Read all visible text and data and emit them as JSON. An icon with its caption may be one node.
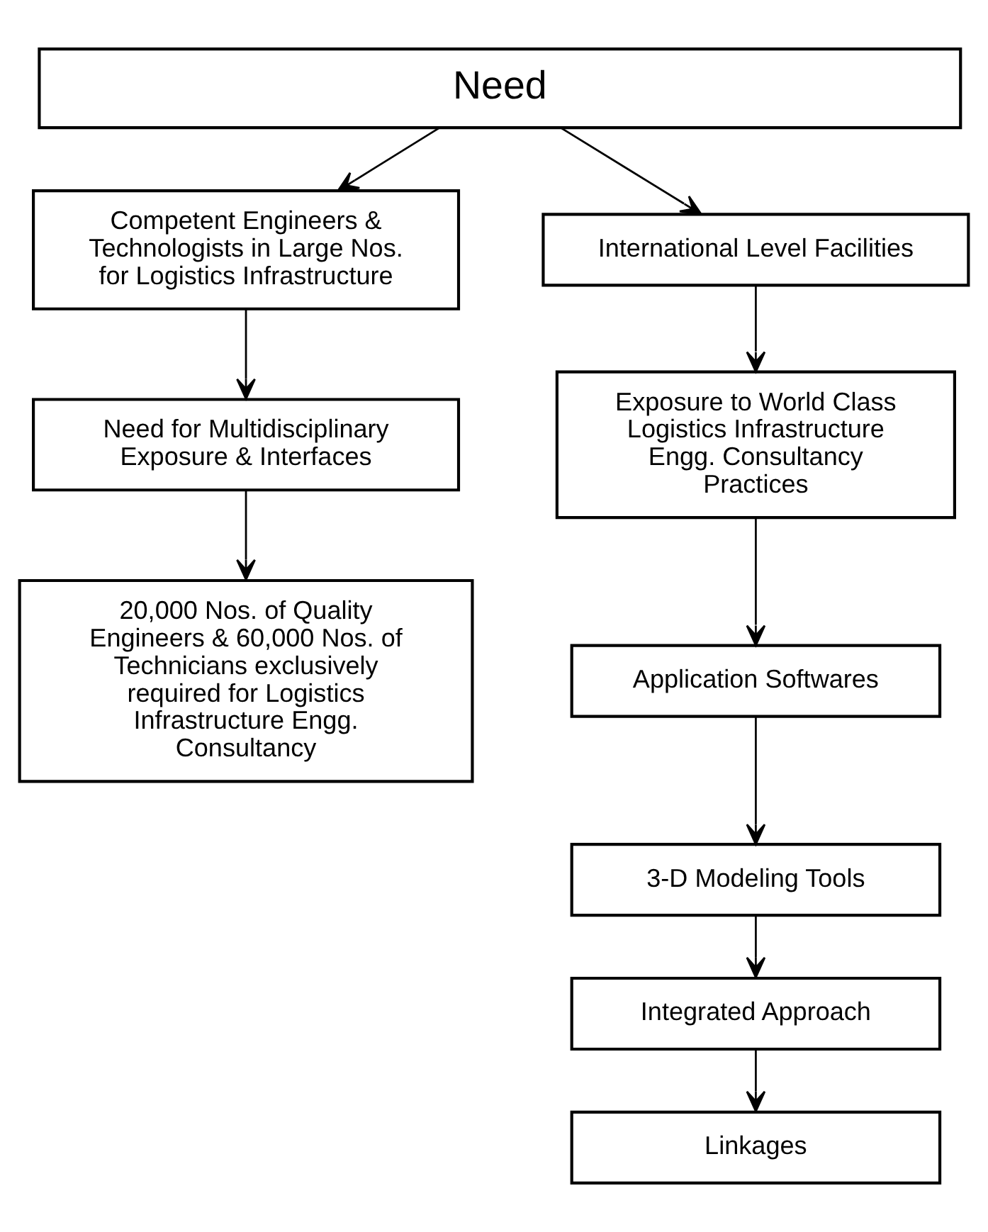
{
  "diagram": {
    "nodes": [
      {
        "text": [
          "Need"
        ]
      },
      {
        "text": [
          "Competent Engineers & Technologists in Large Nos. for Logistics Infrastructure"
        ]
      },
      {
        "text": [
          "International Level Facilities"
        ]
      },
      {
        "text": [
          "Need for Multidisciplinary Exposure & Interfaces"
        ]
      },
      {
        "text": [
          "Exposure to World Class Logistics Infrastructure Engg. Consultancy Practices"
        ]
      },
      {
        "text": [
          "20,000 Nos. of Quality Engineers & 60,000 Nos. of Technicians exclusively required for Logistics Infrastructure Engg. Consultancy"
        ]
      },
      {
        "text": [
          "Application Softwares"
        ]
      },
      {
        "text": [
          "3-D Modeling Tools"
        ]
      },
      {
        "text": [
          "Integrated Approach"
        ]
      },
      {
        "text": [
          "Linkages"
        ]
      }
    ],
    "edges": [
      {
        "from": 0,
        "to": 1,
        "arrow": "to"
      },
      {
        "from": 0,
        "to": 2,
        "arrow": "to"
      },
      {
        "from": 1,
        "to": 3,
        "arrow": "to"
      },
      {
        "from": 3,
        "to": 5,
        "arrow": "to"
      },
      {
        "from": 2,
        "to": 4,
        "arrow": "to"
      },
      {
        "from": 4,
        "to": 6,
        "arrow": "to"
      },
      {
        "from": 6,
        "to": 7,
        "arrow": "to"
      },
      {
        "from": 7,
        "to": 8,
        "arrow": "to"
      },
      {
        "from": 8,
        "to": 9,
        "arrow": "to"
      }
    ]
  }
}
